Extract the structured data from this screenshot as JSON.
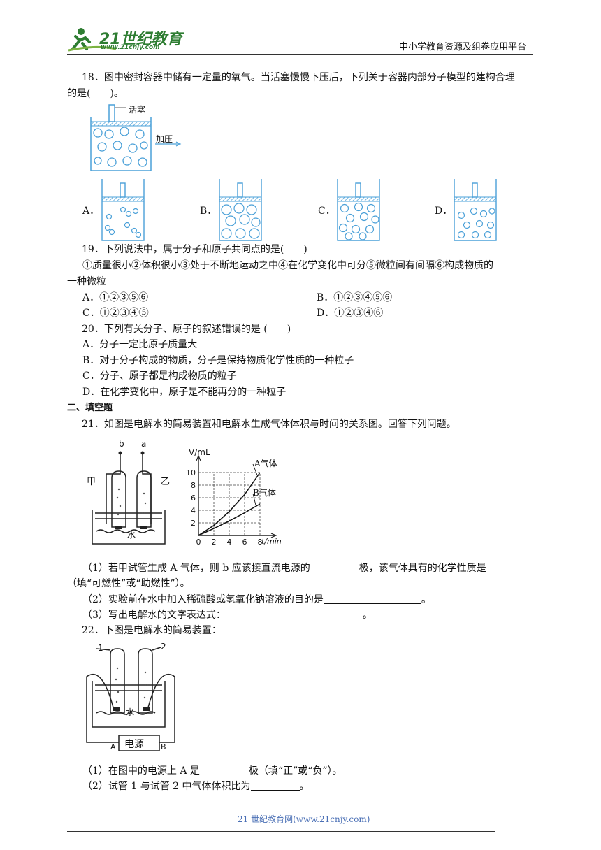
{
  "header": {
    "logo_main": "21世纪教育",
    "logo_url": "www.21cnjy.com",
    "platform": "中小学教育资源及组卷应用平台"
  },
  "q18": {
    "line1": "18．图中密封容器中储有一定量的氧气。当活塞慢慢下压后，下列关于容器内部分子模型的建构合理",
    "line2": "的是(　　)。",
    "label_piston": "活塞",
    "label_press": "加压",
    "options": [
      "A．",
      "B．",
      "C．",
      "D．"
    ]
  },
  "q19": {
    "stem": "19．下列说法中，属于分子和原子共同点的是(　　)",
    "items_line1": "①质量很小②体积很小③处于不断地运动之中④在化学变化中可分⑤微粒间有间隔⑥构成物质的",
    "items_line2": "一种微粒",
    "optA": "A．①②③⑤⑥",
    "optB": "B．①②③④⑤⑥",
    "optC": "C．①②③④⑤",
    "optD": "D．①②③④⑥"
  },
  "q20": {
    "stem": "20．下列有关分子、原子的叙述错误的是 (　　)",
    "optA": "A．分子一定比原子质量大",
    "optB": "B．对于分子构成的物质，分子是保持物质化学性质的一种粒子",
    "optC": "C．分子、原子都是构成物质的粒子",
    "optD": "D．在化学变化中，原子是不能再分的一种粒子"
  },
  "section2": "二、填空题",
  "q21": {
    "stem": "21．如图是电解水的简易装置和电解水生成气体体积与时间的关系图。回答下列问题。",
    "fig_b": "b",
    "fig_a": "a",
    "fig_jia": "甲",
    "fig_yi": "乙",
    "fig_water": "水",
    "graph_ylabel": "V/mL",
    "graph_xlabel": "t/min",
    "graph_A": "A气体",
    "graph_B": "B气体",
    "yticks": [
      "10",
      "8",
      "6",
      "4",
      "2"
    ],
    "xticks": [
      "0",
      "2",
      "4",
      "6",
      "8"
    ],
    "p1a": "（1）若甲试管生成 A 气体，则 b 应该接直流电源的",
    "p1b": "极，该气体具有的化学性质是",
    "p1c": "（填“可燃性”或“助燃性”）。",
    "p2a": "（2）实验前在水中加入稀硫酸或氢氧化钠溶液的目的是",
    "p2b": "。",
    "p3a": "（3）写出电解水的文字表达式：",
    "p3b": "。"
  },
  "q22": {
    "stem": "22．下图是电解水的简易装置：",
    "fig_1": "1",
    "fig_2": "2",
    "fig_water": "水",
    "fig_power": "电源",
    "fig_A": "A",
    "fig_B": "B",
    "p1a": "（1）在图中的电源上 A 是",
    "p1b": "极（填“正”或“负”）。",
    "p2a": "（2）试管 1 与试管 2  中气体体积比为",
    "p2b": "。"
  },
  "footer": "21 世纪教育网(www.21cnjy.com)",
  "chart_data": {
    "type": "line",
    "xlabel": "t/min",
    "ylabel": "V/mL",
    "xticks": [
      0,
      2,
      4,
      6,
      8
    ],
    "yticks": [
      2,
      4,
      6,
      8,
      10
    ],
    "series": [
      {
        "name": "A气体",
        "x": [
          0,
          2,
          4,
          6,
          8
        ],
        "y": [
          0,
          1.6,
          3.8,
          6.5,
          10
        ]
      },
      {
        "name": "B气体",
        "x": [
          0,
          2,
          4,
          6,
          8
        ],
        "y": [
          0,
          1.1,
          2.3,
          3.6,
          5
        ]
      }
    ]
  }
}
